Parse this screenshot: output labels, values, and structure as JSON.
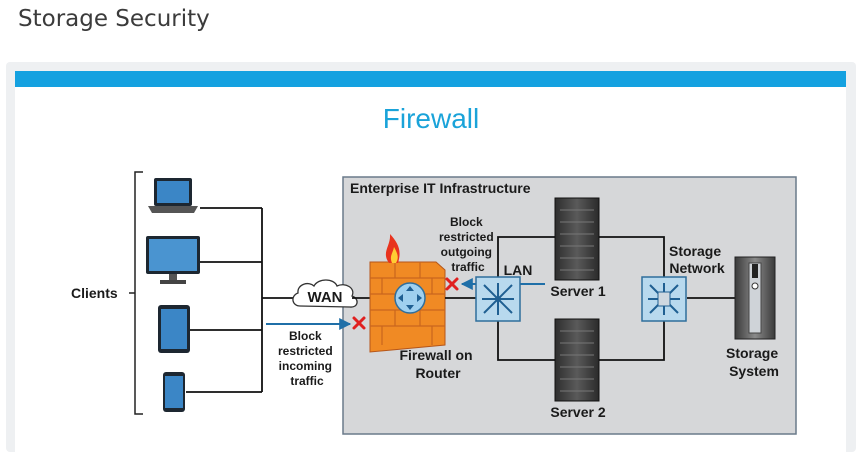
{
  "page": {
    "title": "Storage Security"
  },
  "diagram": {
    "title": "Firewall",
    "enterprise_label": "Enterprise IT Infrastructure",
    "clients_label": "Clients",
    "wan_label": "WAN",
    "lan_label": "LAN",
    "firewall_label": [
      "Firewall on",
      "Router"
    ],
    "block_outgoing": [
      "Block",
      "restricted",
      "outgoing",
      "traffic"
    ],
    "block_incoming": [
      "Block",
      "restricted",
      "incoming",
      "traffic"
    ],
    "server1_label": "Server 1",
    "server2_label": "Server 2",
    "storage_network_label": [
      "Storage",
      "Network"
    ],
    "storage_system_label": [
      "Storage",
      "System"
    ],
    "colors": {
      "accent": "#14a1e0",
      "title": "#1aa3d9",
      "box": "#d6d7d9",
      "firewall": "#f08a24",
      "block_x": "#e02020"
    }
  }
}
